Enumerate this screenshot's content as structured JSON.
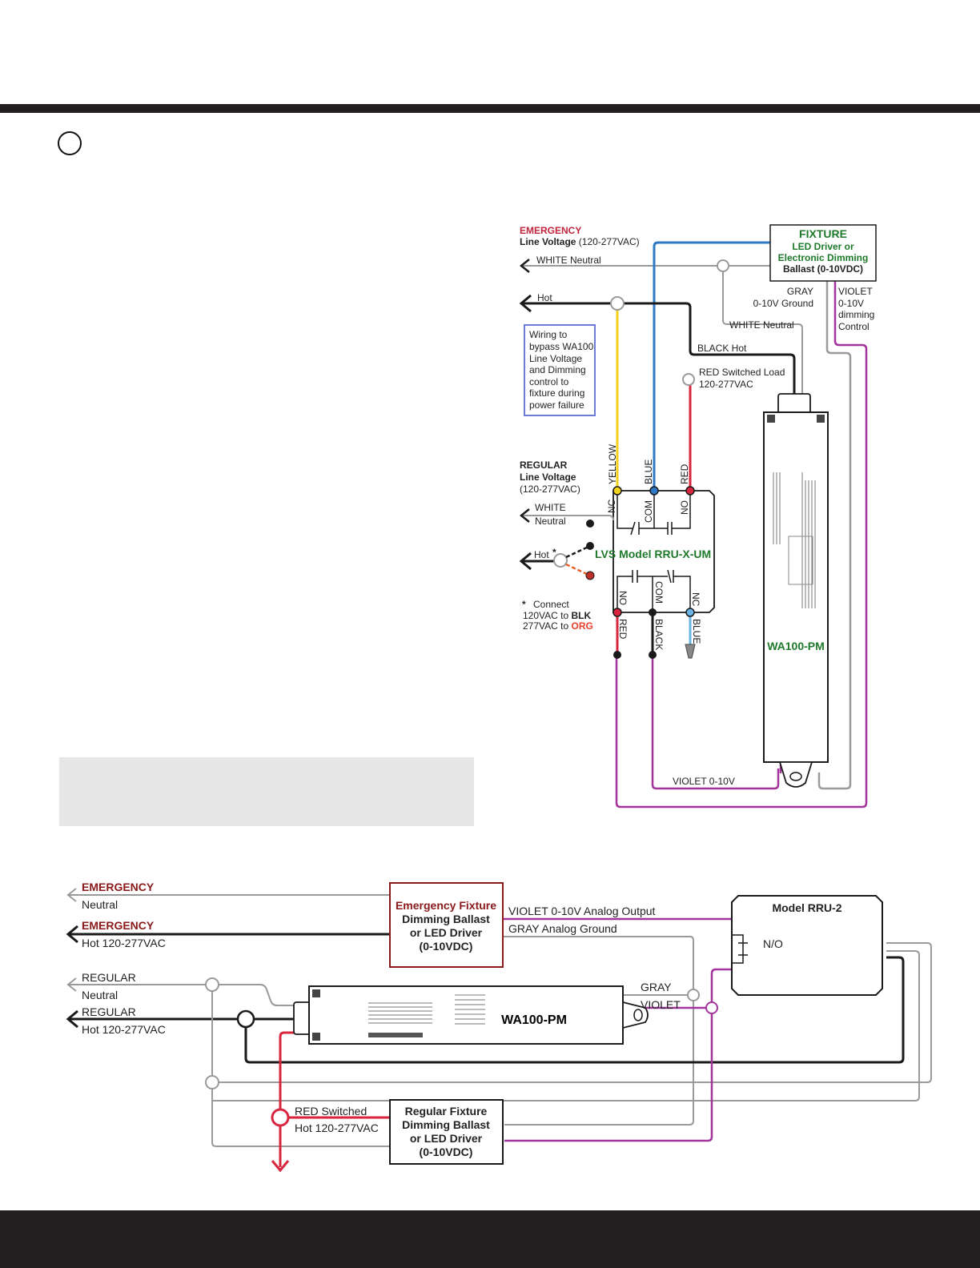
{
  "top": {
    "emergency_label": "EMERGENCY",
    "emergency_line": "Line Voltage",
    "emergency_range": "(120-277VAC)",
    "white_neutral": "WHITE Neutral",
    "hot": "Hot",
    "bypass_note": [
      "Wiring to",
      "bypass WA100",
      "Line Voltage",
      "and Dimming",
      "control to",
      "fixture during",
      "power failure"
    ],
    "fixture_title": "FIXTURE",
    "fixture_lines": [
      "LED Driver or",
      "Electronic Dimming",
      "Ballast (0-10VDC)"
    ],
    "gray_label": "GRAY",
    "gray_sub": "0-10V Ground",
    "violet_label": [
      "VIOLET",
      "0-10V",
      "dimming",
      "Control"
    ],
    "white_neutral_2": "WHITE Neutral",
    "black_hot": "BLACK Hot",
    "red_switched": "RED Switched Load",
    "red_switched_v": "120-277VAC",
    "regular_label": "REGULAR",
    "regular_line": "Line Voltage",
    "regular_range": "(120-277VAC)",
    "white": "WHITE",
    "neutral": "Neutral",
    "hot_star": "Hot",
    "star": "*",
    "relay_model": "LVS Model RRU-X-UM",
    "wire_yellow": "YELLOW",
    "wire_blue": "BLUE",
    "wire_red": "RED",
    "wire_black": "BLACK",
    "term_nc": "NC",
    "term_com": "COM",
    "term_no": "NO",
    "note_connect": "Connect",
    "note_120": "120VAC to",
    "note_blk": "BLK",
    "note_277": "277VAC to",
    "note_org": "ORG",
    "wa100_label": "WA100-PM",
    "violet_0_10": "VIOLET 0-10V"
  },
  "bottom": {
    "emergency_1": "EMERGENCY",
    "neutral_1": "Neutral",
    "emergency_2": "EMERGENCY",
    "hot_1": "Hot 120-277VAC",
    "regular_1": "REGULAR",
    "neutral_2": "Neutral",
    "regular_2": "REGULAR",
    "hot_2": "Hot 120-277VAC",
    "em_fixture": [
      "Emergency Fixture",
      "Dimming Ballast",
      "or LED Driver",
      "(0-10VDC)"
    ],
    "violet_out": "VIOLET  0-10V Analog Output",
    "gray_ground": "GRAY  Analog Ground",
    "rru2": "Model RRU-2",
    "no": "N/O",
    "gray": "GRAY",
    "violet": "VIOLET",
    "wa100": "WA100-PM",
    "red_switched": "RED Switched",
    "red_hot": "Hot 120-277VAC",
    "reg_fixture": [
      "Regular Fixture",
      "Dimming Ballast",
      "or LED Driver",
      "(0-10VDC)"
    ]
  },
  "colors": {
    "black": "#1a1a1a",
    "gray": "#9a9a9a",
    "red": "#d7263d",
    "blue": "#2f78c4",
    "yellow": "#f2d21b",
    "violet": "#a3349b",
    "emergency_red": "#c0233a",
    "fixture_green": "#1e7a2a",
    "box_dark_red": "#8a1a1a"
  }
}
